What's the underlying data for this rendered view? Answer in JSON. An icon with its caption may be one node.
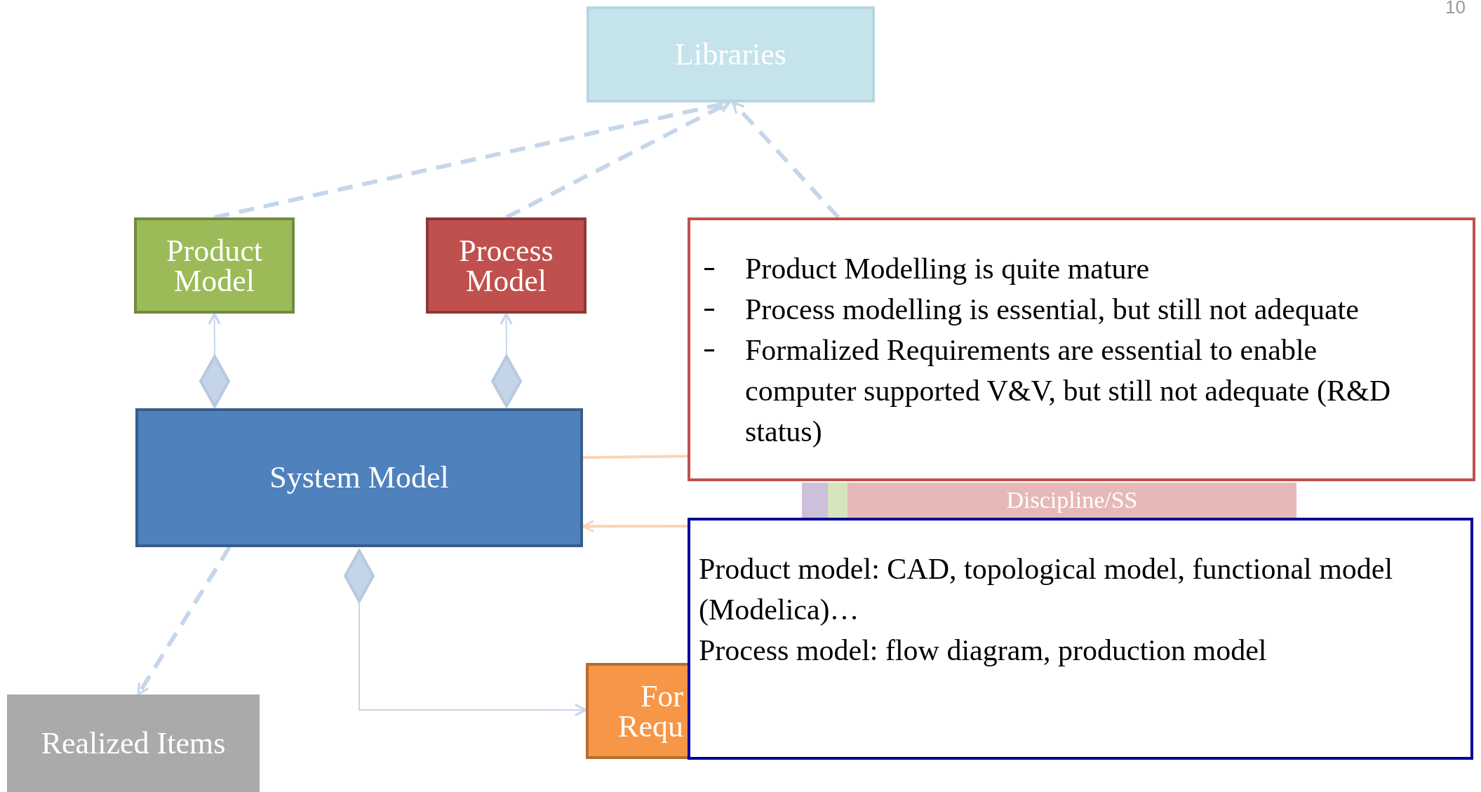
{
  "diagram": {
    "nodes": [
      {
        "text": [
          "Libraries"
        ]
      },
      {
        "text": [
          "Product Model"
        ]
      },
      {
        "text": [
          "Process Model"
        ]
      },
      {
        "text": [
          "Product Modelling is quite mature",
          "Process modelling is essential, but still not adequate",
          "Formalized Requirements are essential to enable computer supported V&V, but still not adequate (R&D status)"
        ]
      },
      {
        "text": [],
        "shape": "diamond"
      },
      {
        "text": [],
        "shape": "diamond"
      },
      {
        "text": [
          "System Model"
        ]
      },
      {
        "text": [],
        "shape": "box"
      },
      {
        "text": [],
        "shape": "box"
      },
      {
        "text": [
          "Discipline/SS"
        ]
      },
      {
        "text": [],
        "shape": "diamond"
      },
      {
        "text": [
          "Product model: CAD, topological model, functional model (Modelica)…",
          "Process model: flow diagram, production model"
        ]
      },
      {
        "text": [
          "Realized Items"
        ]
      },
      {
        "text": [
          "For",
          "Requ"
        ]
      }
    ],
    "edges": [
      {
        "from": 1,
        "to": 0,
        "arrow": "to",
        "style": "dashed"
      },
      {
        "from": 2,
        "to": 0,
        "arrow": "to",
        "style": "dashed"
      },
      {
        "from": 3,
        "to": 0,
        "arrow": "to",
        "style": "dashed"
      },
      {
        "from": 4,
        "to": 1,
        "arrow": "to"
      },
      {
        "from": 5,
        "to": 2,
        "arrow": "to"
      },
      {
        "from": 6,
        "to": 12,
        "arrow": "to",
        "style": "dashed"
      },
      {
        "from": 10,
        "to": 13,
        "arrow": "to"
      },
      {
        "from": 6,
        "to": 3,
        "arrow": "none",
        "color": "#fbd4b4"
      },
      {
        "from": 11,
        "to": 6,
        "arrow": "to",
        "color": "#fbd4b4"
      }
    ],
    "labels": [
      "10"
    ]
  }
}
